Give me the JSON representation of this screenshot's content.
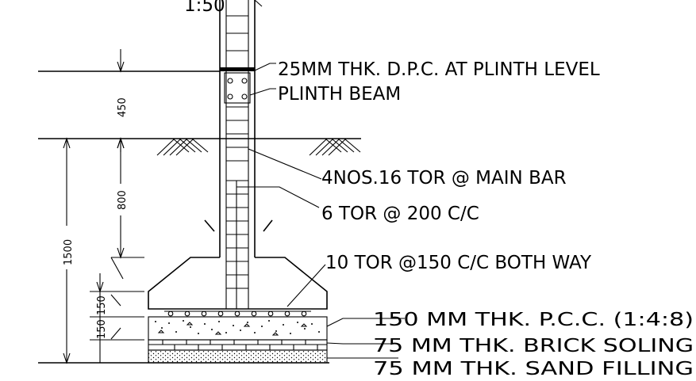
{
  "drawing": {
    "scale_label": "1:50",
    "annotations": {
      "dpc": "25MM THK. D.P.C. AT PLINTH LEVEL",
      "plinth_beam": "PLINTH BEAM",
      "main_bar": "4NOS.16 TOR @   MAIN BAR",
      "stirrup": "6 TOR @ 200 C/C",
      "footing_bar": "10 TOR @150 C/C BOTH WAY",
      "pcc": "150 MM THK. P.C.C. (1:4:8)",
      "brick_soling": "75    MM THK. BRICK SOLING",
      "sand_filling": "75    MM THK. SAND FILLING"
    },
    "dimensions": {
      "plinth_height": "450",
      "depth_to_footing": "800",
      "total_depth": "1500",
      "footing_thickness": "150",
      "pcc_thickness": "150"
    }
  }
}
